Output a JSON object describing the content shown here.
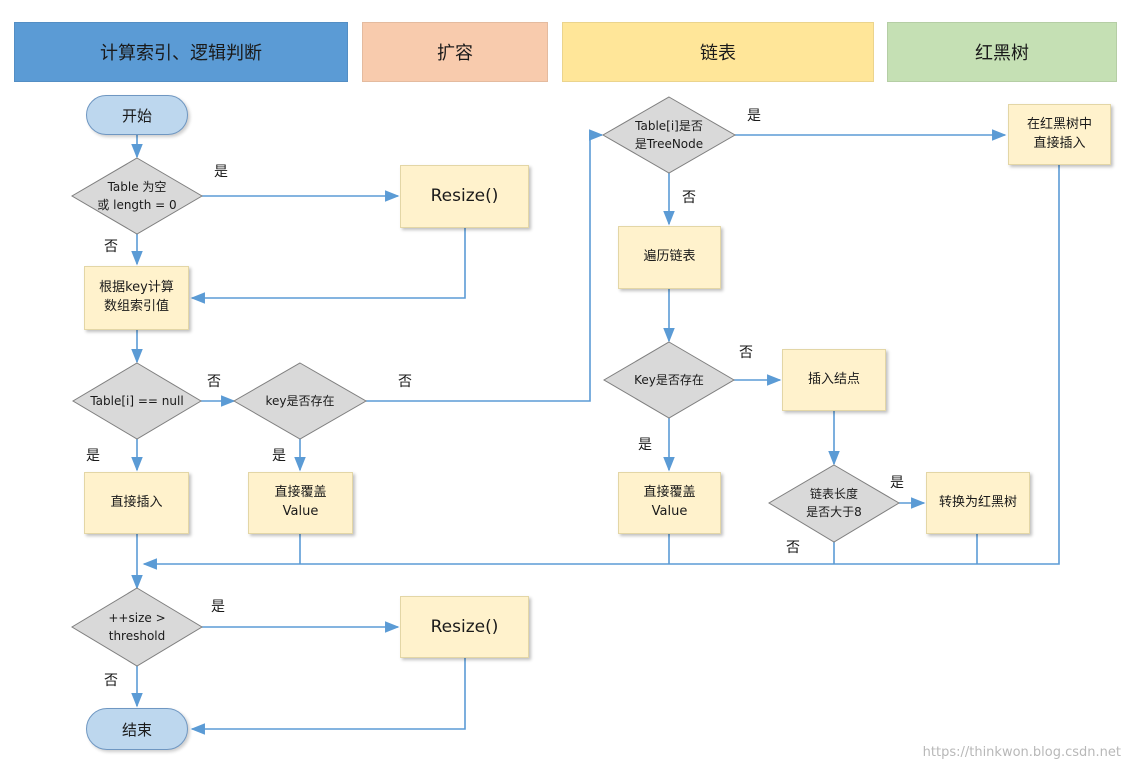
{
  "lanes": [
    {
      "label": "计算索引、逻辑判断",
      "color": "#5b9bd5"
    },
    {
      "label": "扩容",
      "color": "#f8cbad"
    },
    {
      "label": "链表",
      "color": "#ffe699"
    },
    {
      "label": "红黑树",
      "color": "#c5e0b4"
    }
  ],
  "nodes": {
    "start": "开始",
    "check_table": "Table 为空\n或 length = 0",
    "resize1": "Resize()",
    "compute_index": "根据key计算\n数组索引值",
    "check_null": "Table[i] == null",
    "key_exists1": "key是否存在",
    "insert_direct1": "直接插入",
    "overwrite1": "直接覆盖\nValue",
    "check_size": "++size >\nthreshold",
    "resize2": "Resize()",
    "end": "结束",
    "check_treenode": "Table[i]是否\n是TreeNode",
    "traverse_list": "遍历链表",
    "key_exists2": "Key是否存在",
    "overwrite2": "直接覆盖\nValue",
    "insert_node": "插入结点",
    "check_length": "链表长度\n是否大于8",
    "to_tree": "转换为红黑树",
    "tree_insert": "在红黑树中\n直接插入"
  },
  "edge_labels": {
    "yes": "是",
    "no": "否"
  },
  "watermark": "https://thinkwon.blog.csdn.net",
  "colors": {
    "decision_fill": "#d9d9d9",
    "process_fill": "#fff2cc",
    "terminal_fill": "#bdd7ee",
    "connector": "#5b9bd5"
  }
}
